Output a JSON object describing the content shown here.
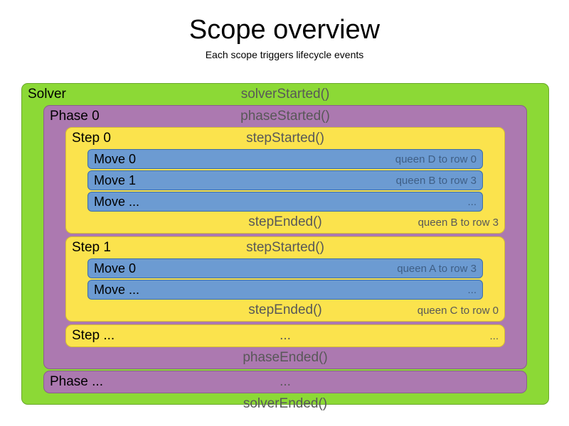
{
  "header": {
    "title": "Scope overview",
    "subtitle": "Each scope triggers lifecycle events"
  },
  "colors": {
    "solver": "#8CD936",
    "phase": "#AC79B0",
    "step": "#FBE34D",
    "move": "#6C9BD2",
    "event_text": "#585858",
    "label_text": "#000000",
    "background": "#FFFFFF"
  },
  "diagram": {
    "solver": {
      "label": "Solver",
      "started_event": "solverStarted()",
      "ended_event": "solverEnded()",
      "phases": [
        {
          "label": "Phase 0",
          "started_event": "phaseStarted()",
          "ended_event": "phaseEnded()",
          "steps": [
            {
              "label": "Step 0",
              "started_event": "stepStarted()",
              "ended_event": "stepEnded()",
              "ended_result": "queen B to row 3",
              "moves": [
                {
                  "label": "Move 0",
                  "result": "queen D to row 0"
                },
                {
                  "label": "Move 1",
                  "result": "queen B to row 3"
                },
                {
                  "label": "Move ...",
                  "result": "..."
                }
              ]
            },
            {
              "label": "Step 1",
              "started_event": "stepStarted()",
              "ended_event": "stepEnded()",
              "ended_result": "queen C to row 0",
              "moves": [
                {
                  "label": "Move 0",
                  "result": "queen A to row 3"
                },
                {
                  "label": "Move ...",
                  "result": "..."
                }
              ]
            },
            {
              "label": "Step ...",
              "started_event": "...",
              "ended_result": "...",
              "moves": []
            }
          ]
        },
        {
          "label": "Phase ...",
          "started_event": "...",
          "steps": []
        }
      ]
    }
  }
}
